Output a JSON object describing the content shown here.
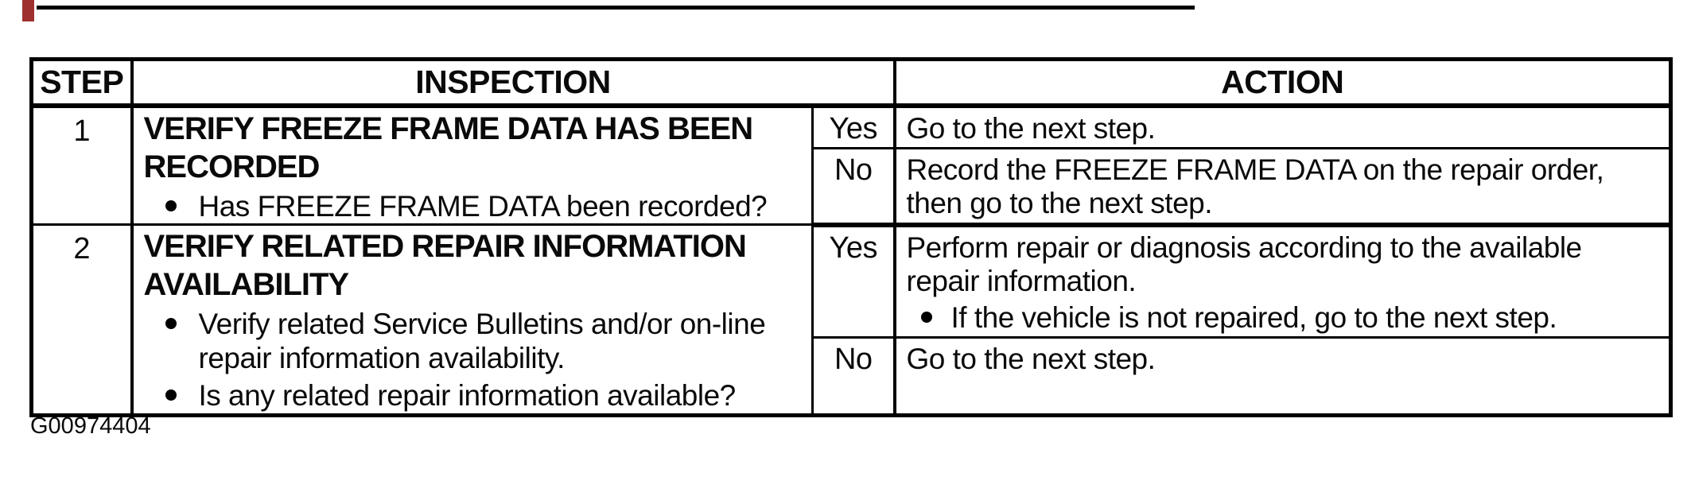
{
  "decorations": {
    "top_rule_color": "#000000",
    "red_tick_color": "#9e3030"
  },
  "table": {
    "headers": {
      "step": "STEP",
      "inspection": "INSPECTION",
      "action": "ACTION"
    },
    "rows": [
      {
        "step": "1",
        "inspection": {
          "title": "VERIFY FREEZE FRAME DATA HAS BEEN\nRECORDED",
          "bullets": [
            "Has FREEZE FRAME DATA been recorded?"
          ]
        },
        "branches": [
          {
            "answer": "Yes",
            "action": {
              "text": "Go to the next step.",
              "bullets": []
            }
          },
          {
            "answer": "No",
            "action": {
              "text": "Record the FREEZE FRAME DATA on the repair order,\nthen go to the next step.",
              "bullets": []
            }
          }
        ]
      },
      {
        "step": "2",
        "inspection": {
          "title": "VERIFY RELATED REPAIR INFORMATION\nAVAILABILITY",
          "bullets": [
            "Verify related Service Bulletins and/or on-line\nrepair information availability.",
            "Is any related repair information available?"
          ]
        },
        "branches": [
          {
            "answer": "Yes",
            "action": {
              "text": "Perform repair or diagnosis according to the available\nrepair information.",
              "bullets": [
                "If the vehicle is not repaired, go to the next step."
              ]
            }
          },
          {
            "answer": "No",
            "action": {
              "text": "Go to the next step.",
              "bullets": []
            }
          }
        ]
      }
    ]
  },
  "footer": {
    "graphic_id": "G00974404"
  }
}
